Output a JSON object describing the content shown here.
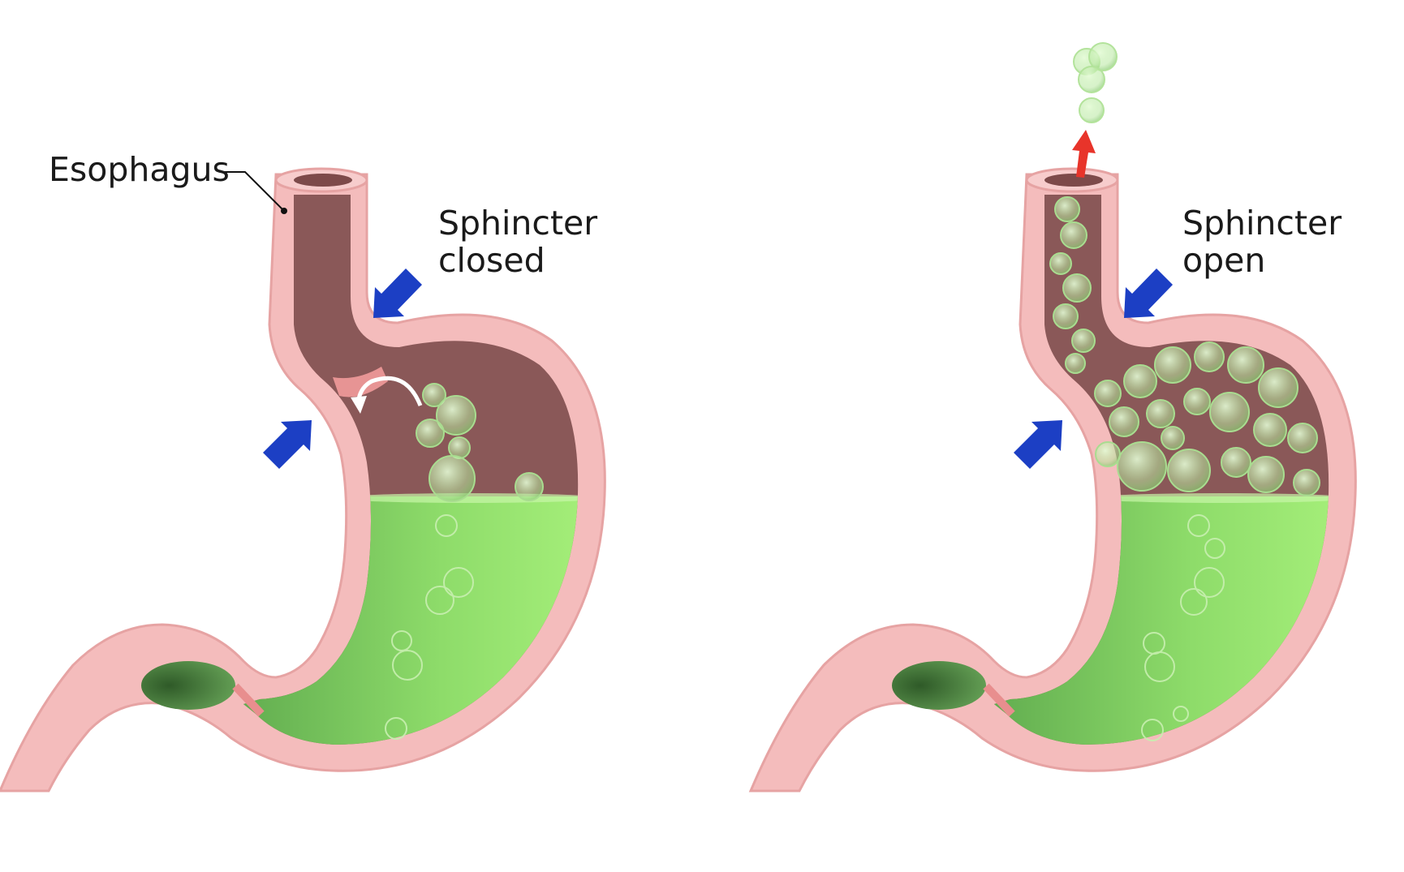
{
  "labels": {
    "esophagus": "Esophagus",
    "left_sphincter_line1": "Sphincter",
    "left_sphincter_line2": "closed",
    "right_sphincter_line1": "Sphincter",
    "right_sphincter_line2": "open"
  },
  "colors": {
    "wall": "#f4bcbc",
    "wall_outline": "#e79a9a",
    "cavity": "#8a5858",
    "cavity_dark": "#6d3f3f",
    "acid_light": "#a8f07a",
    "acid_dark": "#5faa4e",
    "pylorus_dark": "#3e6b34",
    "bubble": "#c5f0b0",
    "arrow_blue": "#1c3fc4",
    "arrow_red": "#e8342a",
    "arrow_white": "#ffffff",
    "text": "#1a1a1a"
  }
}
